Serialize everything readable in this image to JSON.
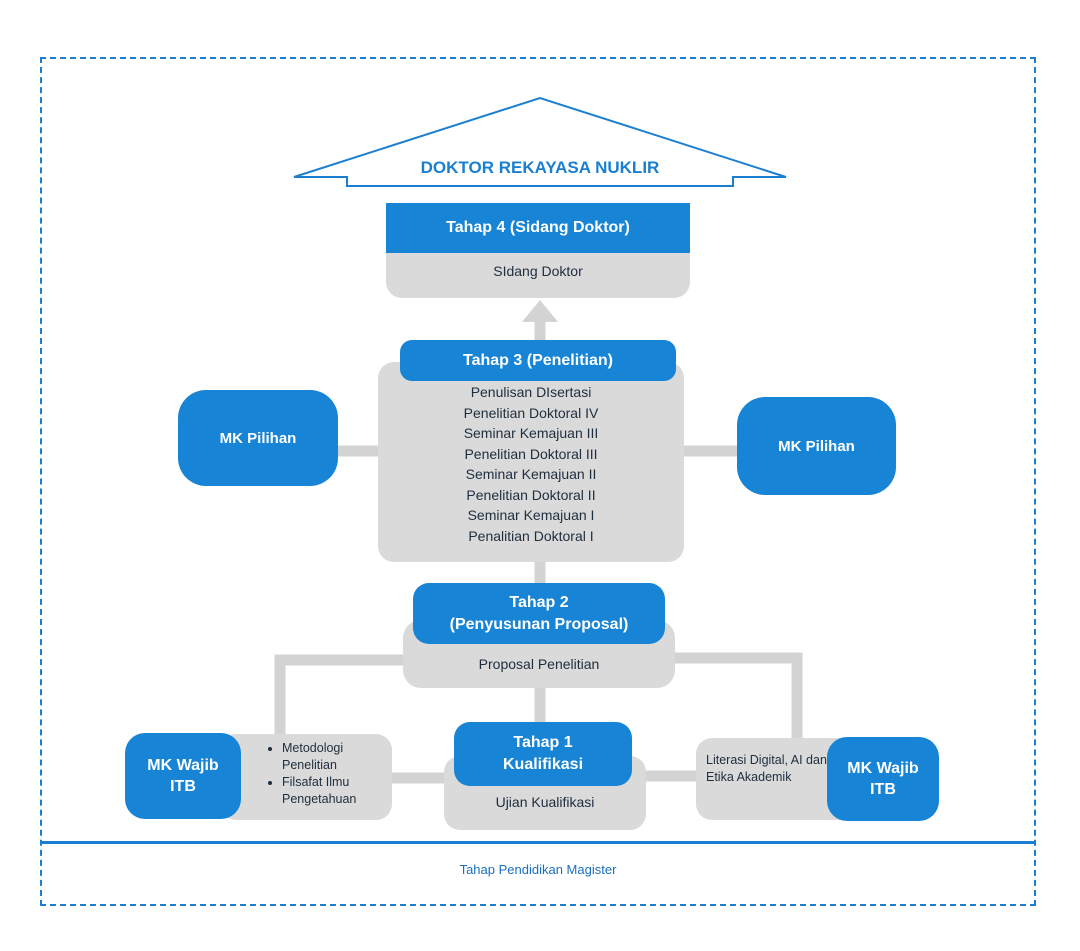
{
  "roof": {
    "title": "DOKTOR REKAYASA NUKLIR"
  },
  "stage4": {
    "header": "Tahap 4 (Sidang Doktor)",
    "body": "SIdang Doktor"
  },
  "stage3": {
    "header": "Tahap 3 (Penelitian)",
    "items": [
      "Penulisan DIsertasi",
      "Penelitian Doktoral IV",
      "Seminar Kemajuan III",
      "Penelitian Doktoral III",
      "Seminar Kemajuan II",
      "Penelitian Doktoral II",
      "Seminar Kemajuan I",
      "Penalitian Doktoral I"
    ]
  },
  "elective_left": {
    "label": "MK Pilihan"
  },
  "elective_right": {
    "label": "MK Pilihan"
  },
  "stage2": {
    "header_line1": "Tahap 2",
    "header_line2": "(Penyusunan Proposal)",
    "body": "Proposal Penelitian"
  },
  "stage1": {
    "header_line1": "Tahap 1",
    "header_line2": "Kualifikasi",
    "body": "Ujian Kualifikasi"
  },
  "mk_wajib_left": {
    "label_line1": "MK Wajib",
    "label_line2": "ITB",
    "items": [
      "Metodologi Penelitian",
      "Filsafat Ilmu Pengetahuan"
    ]
  },
  "mk_wajib_right": {
    "label_line1": "MK Wajib",
    "label_line2": "ITB",
    "text": "Literasi Digital, AI dan Etika Akademik"
  },
  "footer": {
    "label": "Tahap Pendidikan Magister"
  },
  "colors": {
    "accent": "#1784d6",
    "box_grey": "#dadada",
    "connector": "#d3d3d3"
  }
}
